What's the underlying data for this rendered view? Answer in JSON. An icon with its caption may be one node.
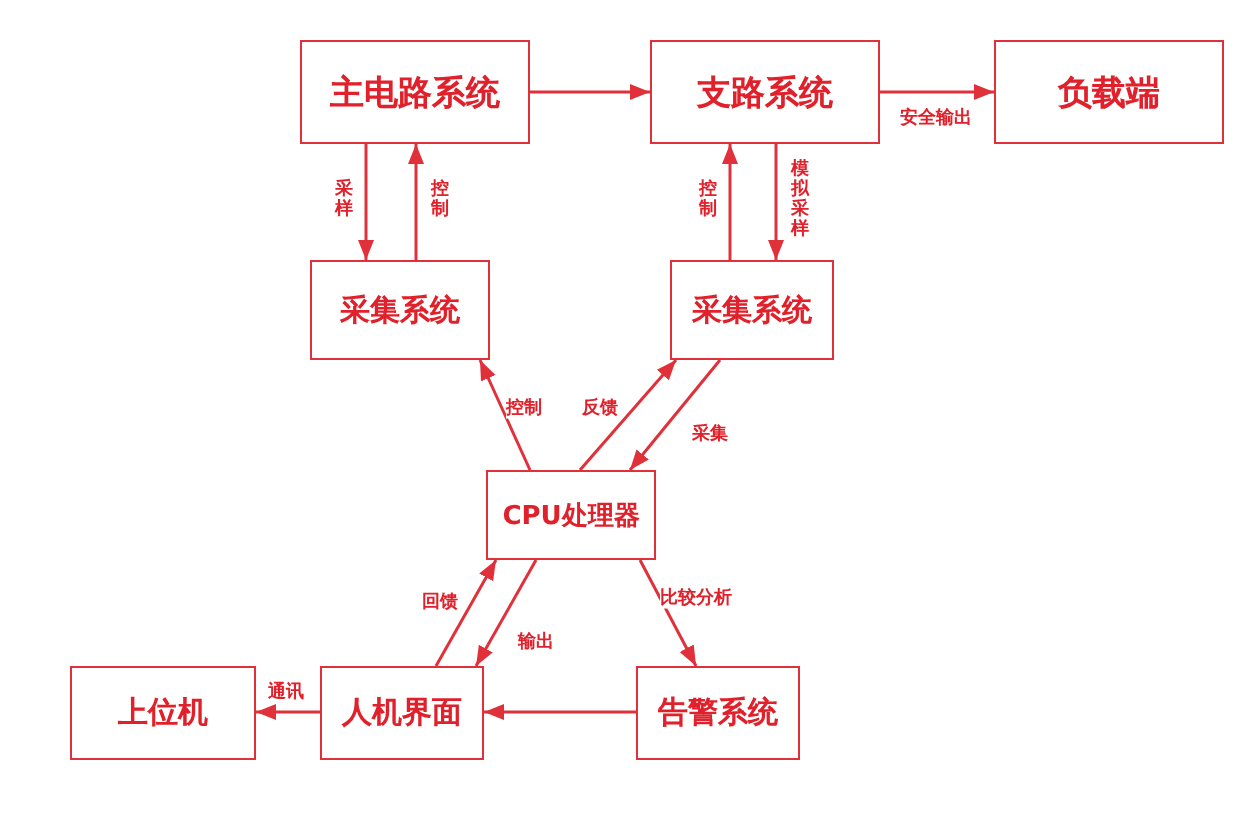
{
  "diagram": {
    "nodes": [
      {
        "text": [
          "主电路系统"
        ]
      },
      {
        "text": [
          "支路系统"
        ]
      },
      {
        "text": [
          "负载端"
        ]
      },
      {
        "text": [
          "采集系统"
        ]
      },
      {
        "text": [
          "采集系统"
        ]
      },
      {
        "text": [
          "CPU处理器"
        ]
      },
      {
        "text": [
          "上位机"
        ]
      },
      {
        "text": [
          "人机界面"
        ]
      },
      {
        "text": [
          "告警系统"
        ]
      }
    ],
    "edges": [
      {
        "from": 0,
        "to": 1,
        "arrow": "to"
      },
      {
        "from": 1,
        "to": 2,
        "arrow": "to",
        "label": "安全输出"
      },
      {
        "from": 0,
        "to": 3,
        "arrow": "to",
        "label": "采样"
      },
      {
        "from": 3,
        "to": 0,
        "arrow": "to",
        "label": "控制"
      },
      {
        "from": 4,
        "to": 1,
        "arrow": "to",
        "label": "控制"
      },
      {
        "from": 1,
        "to": 4,
        "arrow": "to",
        "label": "模拟采样"
      },
      {
        "from": 5,
        "to": 3,
        "arrow": "to",
        "label": "控制"
      },
      {
        "from": 5,
        "to": 4,
        "arrow": "to",
        "label": "反馈"
      },
      {
        "from": 4,
        "to": 5,
        "arrow": "to",
        "label": "采集"
      },
      {
        "from": 7,
        "to": 5,
        "arrow": "to",
        "label": "回馈"
      },
      {
        "from": 5,
        "to": 7,
        "arrow": "to",
        "label": "输出"
      },
      {
        "from": 5,
        "to": 8,
        "arrow": "to",
        "label": "比较分析"
      },
      {
        "from": 8,
        "to": 7,
        "arrow": "to"
      },
      {
        "from": 7,
        "to": 6,
        "arrow": "to",
        "label": "通讯"
      }
    ]
  }
}
